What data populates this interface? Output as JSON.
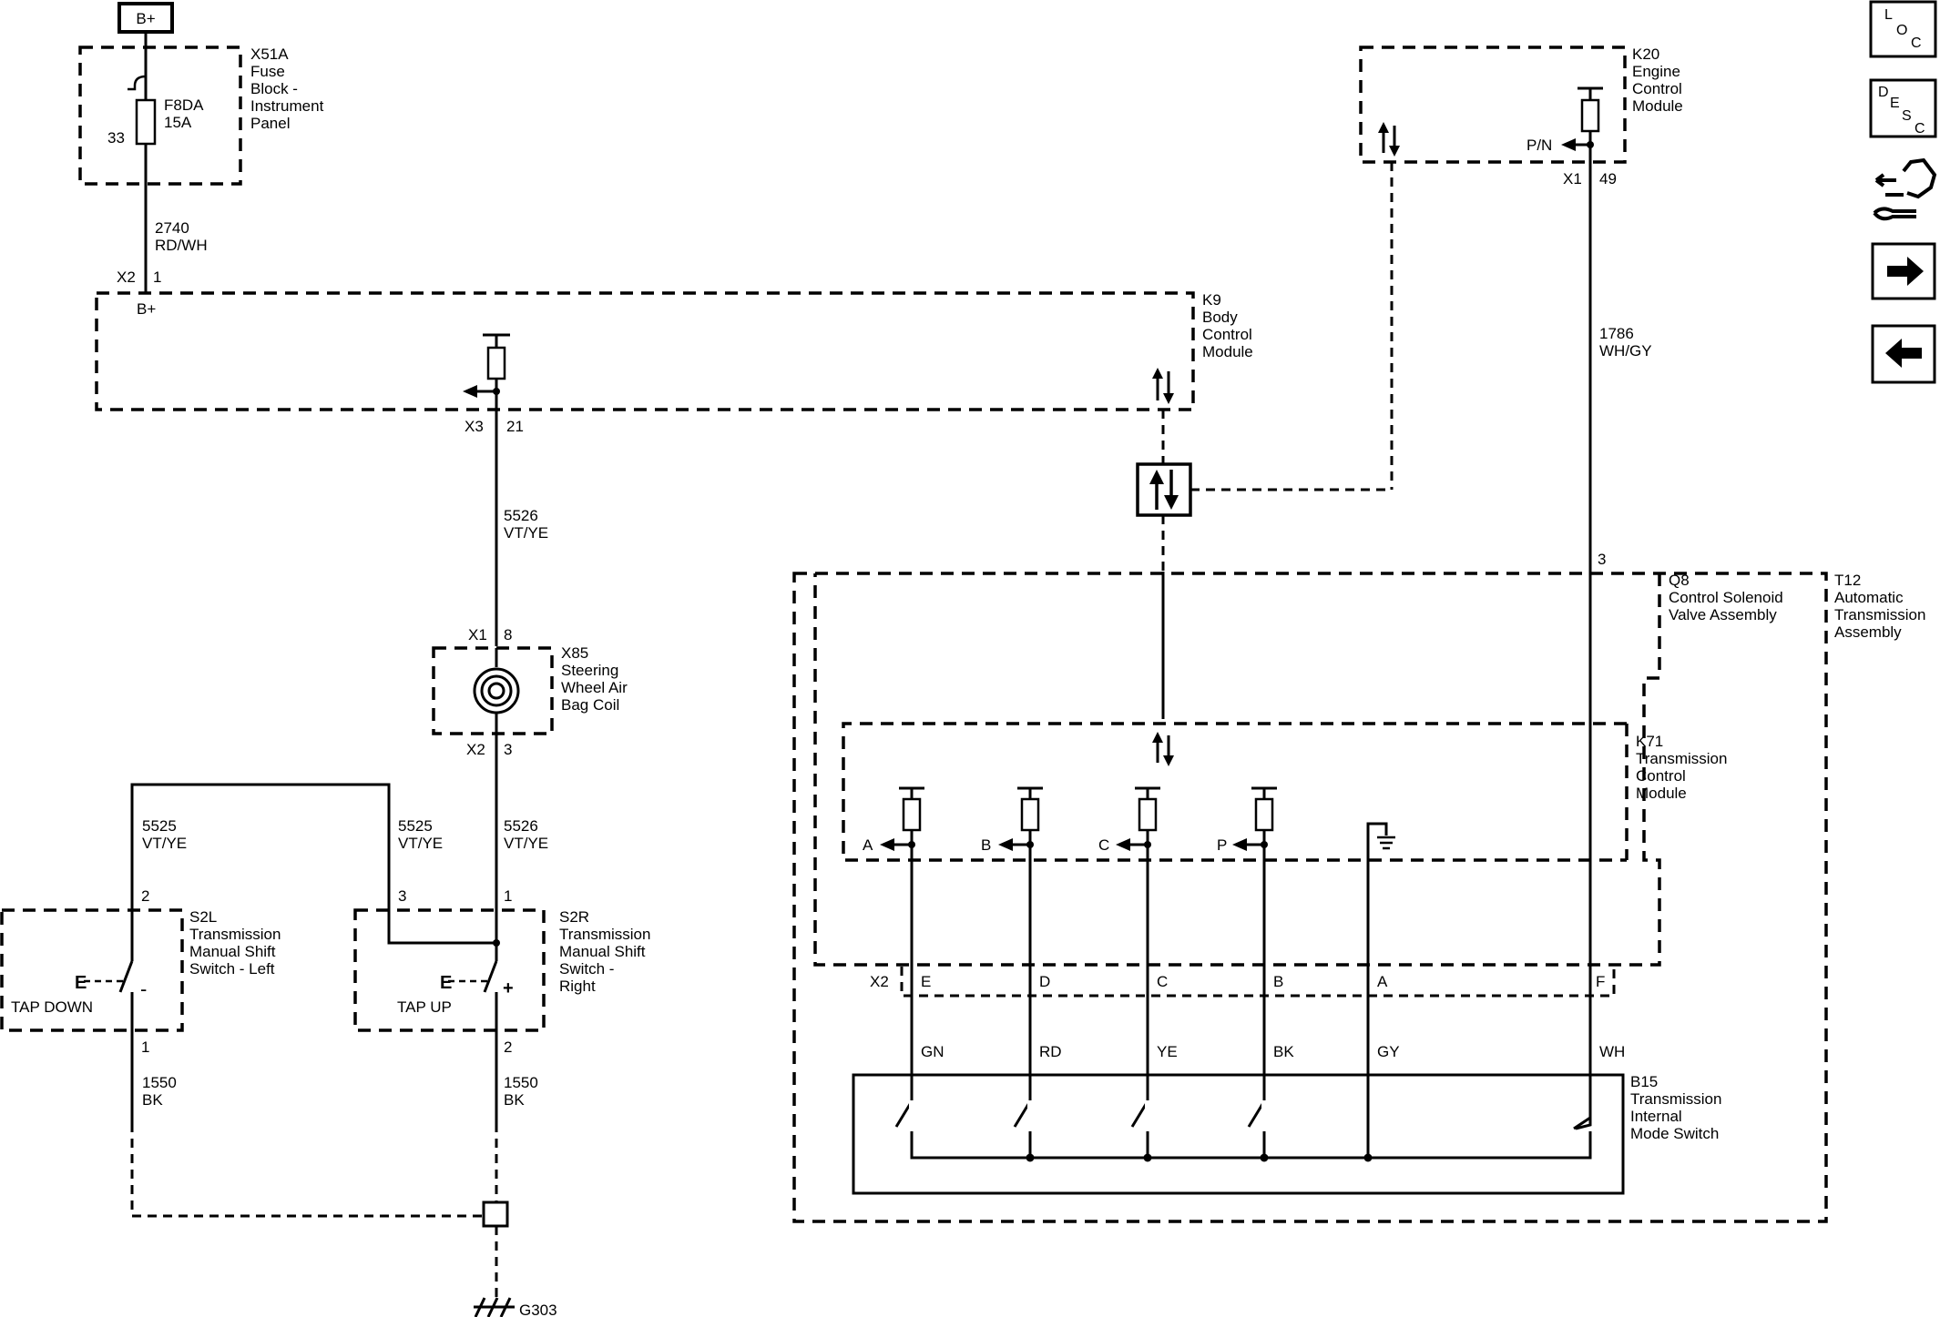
{
  "power": {
    "bplus": "B+"
  },
  "fuse_block": {
    "label": [
      "X51A",
      "Fuse",
      "Block -",
      "Instrument",
      "Panel"
    ],
    "fuse": [
      "F8DA",
      "15A"
    ],
    "pin": "33"
  },
  "wire_2740": [
    "2740",
    "RD/WH"
  ],
  "bcm": {
    "label": [
      "K9",
      "Body",
      "Control",
      "Module"
    ],
    "conn_x2": "X2",
    "pin_x2": "1",
    "bplus": "B+",
    "conn_x3": "X3",
    "pin_x3": "21"
  },
  "wire_5526_top": [
    "5526",
    "VT/YE"
  ],
  "coil": {
    "label": [
      "X85",
      "Steering",
      "Wheel Air",
      "Bag Coil"
    ],
    "conn_top": "X1",
    "pin_top": "8",
    "conn_bottom": "X2",
    "pin_bottom": "3"
  },
  "wire_5525_left": [
    "5525",
    "VT/YE"
  ],
  "wire_5525_mid": [
    "5525",
    "VT/YE"
  ],
  "wire_5526_bottom": [
    "5526",
    "VT/YE"
  ],
  "s2l": {
    "label": [
      "S2L",
      "Transmission",
      "Manual Shift",
      "Switch - Left"
    ],
    "pin_top": "2",
    "pin_bottom": "1",
    "caption": "TAP DOWN",
    "sign": "-"
  },
  "s2r": {
    "label": [
      "S2R",
      "Transmission",
      "Manual Shift",
      "Switch -",
      "Right"
    ],
    "pin_left": "3",
    "pin_top": "1",
    "pin_bottom": "2",
    "caption": "TAP UP",
    "sign": "+"
  },
  "wire_1550_left": [
    "1550",
    "BK"
  ],
  "wire_1550_right": [
    "1550",
    "BK"
  ],
  "ground": {
    "label": "G303"
  },
  "ecm": {
    "label": [
      "K20",
      "Engine",
      "Control",
      "Module"
    ],
    "output": "P/N",
    "conn": "X1",
    "pin": "49"
  },
  "wire_1786": [
    "1786",
    "WH/GY"
  ],
  "t12": {
    "label": [
      "T12",
      "Automatic",
      "Transmission",
      "Assembly"
    ],
    "pin": "3"
  },
  "q8": {
    "label": [
      "Q8",
      "Control Solenoid",
      "Valve Assembly"
    ]
  },
  "k71": {
    "label": [
      "K71",
      "Transmission",
      "Control",
      "Module"
    ],
    "outputs": [
      "A",
      "B",
      "C",
      "P"
    ]
  },
  "x2_connector": {
    "name": "X2",
    "pins": [
      "E",
      "D",
      "C",
      "B",
      "A",
      "F"
    ],
    "colors": [
      "GN",
      "RD",
      "YE",
      "BK",
      "GY",
      "WH"
    ]
  },
  "b15": {
    "label": [
      "B15",
      "Transmission",
      "Internal",
      "Mode Switch"
    ]
  },
  "nav": {
    "loc": [
      "L",
      "O",
      "C"
    ],
    "desc": [
      "D",
      "E",
      "S",
      "C"
    ],
    "icons": [
      "connector-tool-icon",
      "arrow-right-icon",
      "arrow-left-icon"
    ]
  }
}
